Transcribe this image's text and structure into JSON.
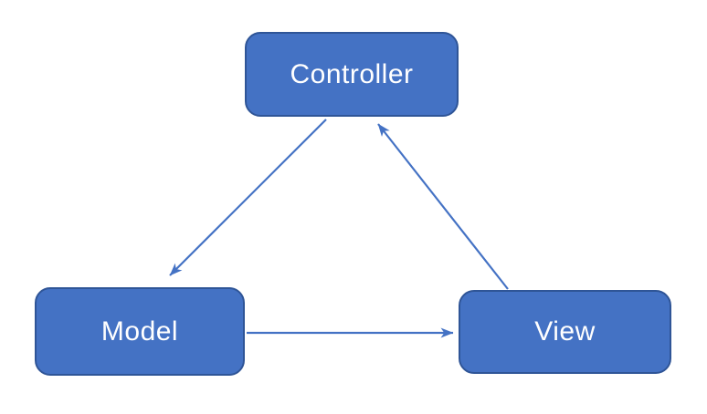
{
  "diagram": {
    "type": "mvc-triangle",
    "nodes": [
      {
        "id": "controller",
        "label": "Controller"
      },
      {
        "id": "model",
        "label": "Model"
      },
      {
        "id": "view",
        "label": "View"
      }
    ],
    "edges": [
      {
        "from": "controller",
        "to": "model",
        "direction": "one-way",
        "arrowhead_at": "model"
      },
      {
        "from": "view",
        "to": "controller",
        "direction": "one-way",
        "arrowhead_at": "controller"
      },
      {
        "from": "model",
        "to": "view",
        "direction": "one-way",
        "arrowhead_at": "view"
      }
    ],
    "colors": {
      "node_fill": "#4472C4",
      "node_border": "#2F5597",
      "arrow": "#4472C4",
      "label_text": "#FFFFFF",
      "background": "#FFFFFF"
    }
  }
}
